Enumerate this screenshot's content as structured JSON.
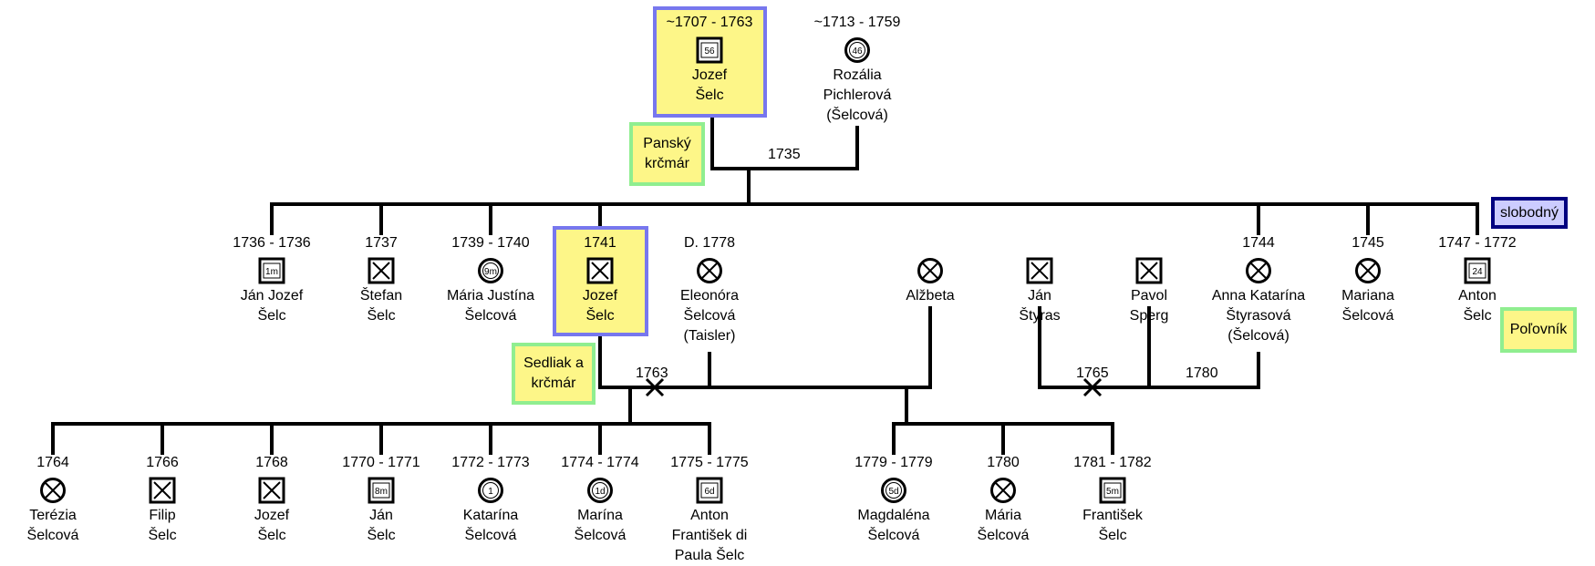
{
  "people": {
    "jozef_sr": {
      "dates": "~1707 - 1763",
      "line1": "Jozef",
      "line2": "Šelc",
      "line3": "",
      "sex": "m",
      "age": "56"
    },
    "rozalia": {
      "dates": "~1713 - 1759",
      "line1": "Rozália",
      "line2": "Pichlerová",
      "line3": "(Šelcová)",
      "sex": "f",
      "age": "46"
    },
    "jan_jozef": {
      "dates": "1736 - 1736",
      "line1": "Ján Jozef",
      "line2": "Šelc",
      "line3": "",
      "sex": "m",
      "age": "1m"
    },
    "stefan": {
      "dates": "1737",
      "line1": "Štefan",
      "line2": "Šelc",
      "line3": "",
      "sex": "m",
      "age": ""
    },
    "maria_j": {
      "dates": "1739 - 1740",
      "line1": "Mária Justína",
      "line2": "Šelcová",
      "line3": "",
      "sex": "f",
      "age": "9m"
    },
    "jozef_jr": {
      "dates": "1741",
      "line1": "Jozef",
      "line2": "Šelc",
      "line3": "",
      "sex": "m",
      "age": ""
    },
    "eleonora": {
      "dates": "D. 1778",
      "line1": "Eleonóra",
      "line2": "Šelcová",
      "line3": "(Taisler)",
      "sex": "f",
      "age": ""
    },
    "alzbeta": {
      "dates": "",
      "line1": "Alžbeta",
      "line2": "",
      "line3": "",
      "sex": "f",
      "age": ""
    },
    "jan_styras": {
      "dates": "",
      "line1": "Ján",
      "line2": "Štyras",
      "line3": "",
      "sex": "m",
      "age": ""
    },
    "pavol": {
      "dates": "",
      "line1": "Pavol",
      "line2": "Sperg",
      "line3": "",
      "sex": "m",
      "age": ""
    },
    "anna_k": {
      "dates": "1744",
      "line1": "Anna Katarína",
      "line2": "Štyrasová",
      "line3": "(Šelcová)",
      "sex": "f",
      "age": ""
    },
    "mariana": {
      "dates": "1745",
      "line1": "Mariana",
      "line2": "Šelcová",
      "line3": "",
      "sex": "f",
      "age": ""
    },
    "anton": {
      "dates": "1747 - 1772",
      "line1": "Anton",
      "line2": "Šelc",
      "line3": "",
      "sex": "m",
      "age": "24"
    },
    "terezia": {
      "dates": "1764",
      "line1": "Terézia",
      "line2": "Šelcová",
      "line3": "",
      "sex": "f",
      "age": ""
    },
    "filip": {
      "dates": "1766",
      "line1": "Filip",
      "line2": "Šelc",
      "line3": "",
      "sex": "m",
      "age": ""
    },
    "jozef_3": {
      "dates": "1768",
      "line1": "Jozef",
      "line2": "Šelc",
      "line3": "",
      "sex": "m",
      "age": ""
    },
    "jan_3": {
      "dates": "1770 - 1771",
      "line1": "Ján",
      "line2": "Šelc",
      "line3": "",
      "sex": "m",
      "age": "8m"
    },
    "katarina": {
      "dates": "1772 - 1773",
      "line1": "Katarína",
      "line2": "Šelcová",
      "line3": "",
      "sex": "f",
      "age": "1"
    },
    "marina": {
      "dates": "1774 - 1774",
      "line1": "Marína",
      "line2": "Šelcová",
      "line3": "",
      "sex": "f",
      "age": "1d"
    },
    "anton_f": {
      "dates": "1775 - 1775",
      "line1": "Anton",
      "line2": "František di",
      "line3": "Paula Šelc",
      "sex": "m",
      "age": "6d"
    },
    "magdalena": {
      "dates": "1779 - 1779",
      "line1": "Magdaléna",
      "line2": "Šelcová",
      "line3": "",
      "sex": "f",
      "age": "5d"
    },
    "maria_3": {
      "dates": "1780",
      "line1": "Mária",
      "line2": "Šelcová",
      "line3": "",
      "sex": "f",
      "age": ""
    },
    "frantisek": {
      "dates": "1781 - 1782",
      "line1": "František",
      "line2": "Šelc",
      "line3": "",
      "sex": "m",
      "age": "5m"
    }
  },
  "marriages": {
    "m1735": "1735",
    "m1763": "1763",
    "m1765": "1765",
    "m1780": "1780"
  },
  "badges": {
    "pansky": [
      "Panský",
      "krčmár"
    ],
    "sedliak": [
      "Sedliak a",
      "krčmár"
    ],
    "polovnik": [
      "Poľovník"
    ]
  },
  "status": {
    "slobodny": "slobodný"
  },
  "colors": {
    "highlight_fill": "#fdf688",
    "highlight_border": "#7777ee",
    "badge_border": "#90ee90",
    "status_fill": "#ccccff",
    "status_border": "#000080"
  }
}
